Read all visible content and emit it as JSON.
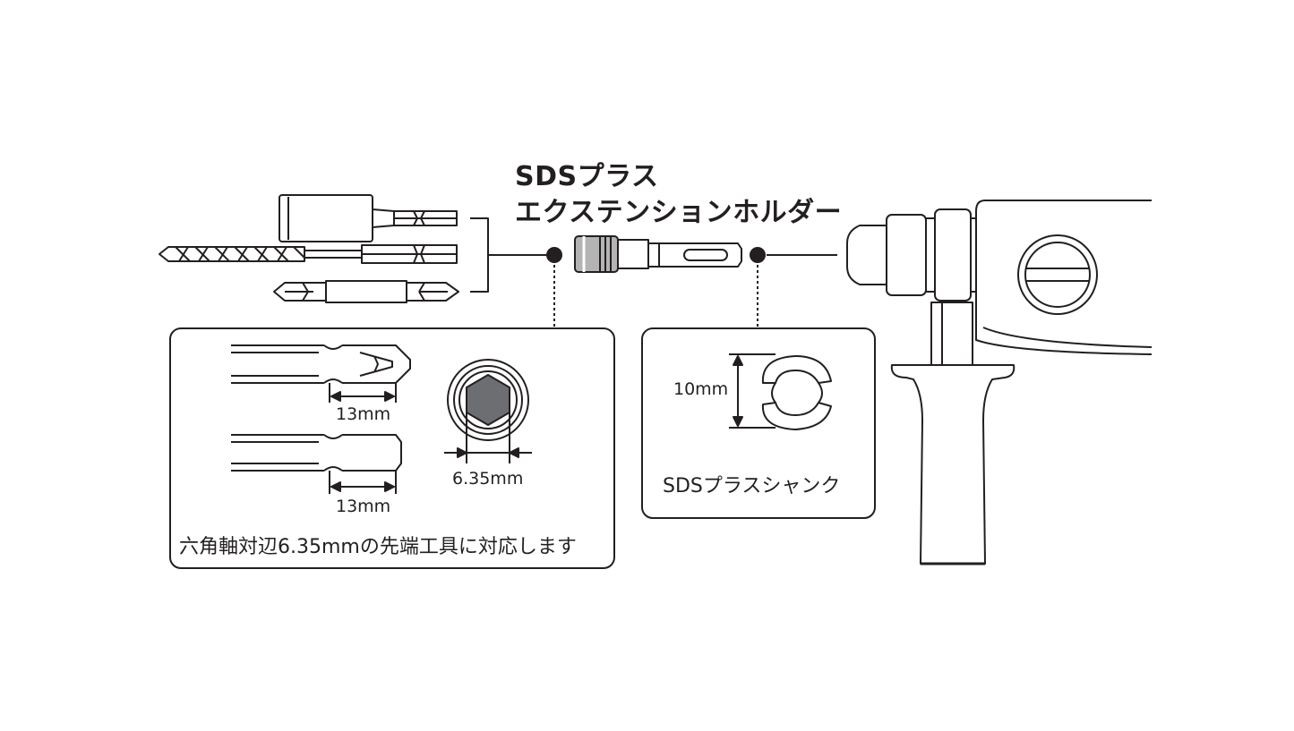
{
  "title": {
    "line1": "SDSプラス",
    "line2": "エクステンションホルダー"
  },
  "hex_panel": {
    "dim_top": "13mm",
    "dim_bottom": "13mm",
    "hex_size": "6.35mm",
    "caption": "六角軸対辺6.35mmの先端工具に対応します"
  },
  "sds_panel": {
    "diameter": "10mm",
    "caption": "SDSプラスシャンク"
  },
  "colors": {
    "ink": "#231f20",
    "hex_fill": "#6d6e71",
    "holder_chrome": "#b4b4b4"
  }
}
